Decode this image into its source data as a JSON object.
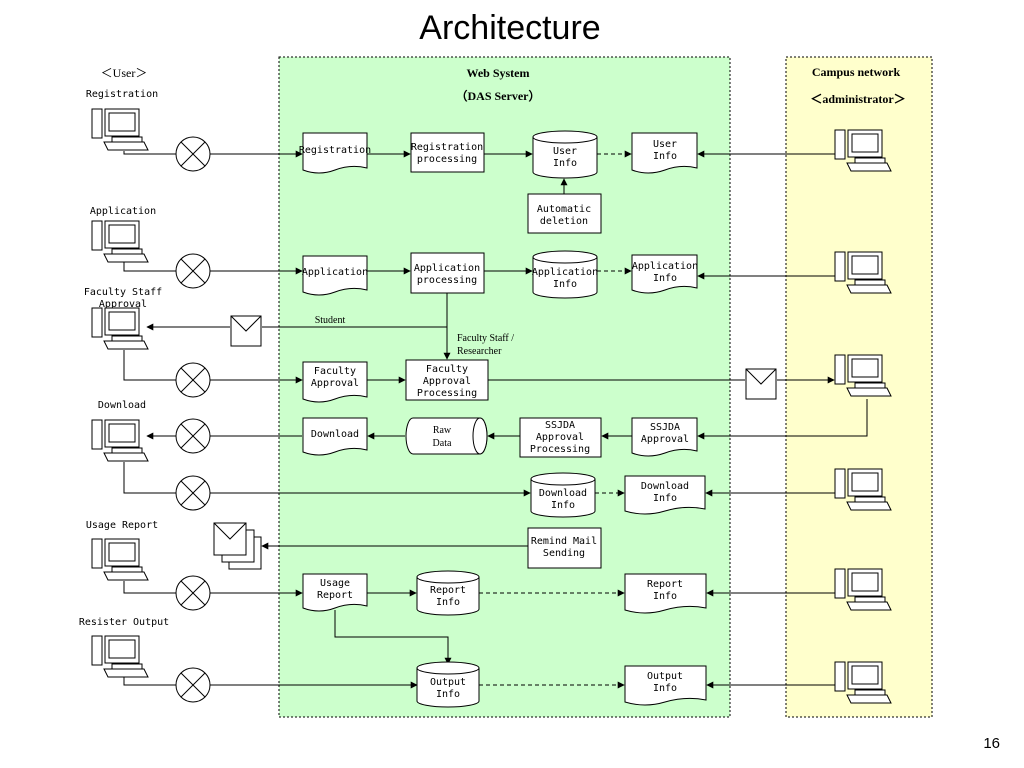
{
  "slide": {
    "title": "Architecture",
    "page_number": "16"
  },
  "zones": {
    "user": {
      "label": "＜User＞"
    },
    "web_system": {
      "title": "Web System",
      "subtitle": "（DAS Server）"
    },
    "campus": {
      "title": "Campus network",
      "subtitle": "＜administrator＞"
    }
  },
  "lane_labels": {
    "registration": "Registration",
    "application": "Application",
    "faculty_line1": "Faculty Staff",
    "faculty_line2": "Approval",
    "download": "Download",
    "usage_report": "Usage Report",
    "register_output": "Resister Output"
  },
  "nodes": {
    "registration_doc": "Registration",
    "registration_processing": [
      "Registration",
      "processing"
    ],
    "user_info_db": [
      "User",
      "Info"
    ],
    "user_info_doc": [
      "User",
      "Info"
    ],
    "automatic_deletion": [
      "Automatic",
      "deletion"
    ],
    "application_doc": "Application",
    "application_processing": [
      "Application",
      "processing"
    ],
    "application_info_db": [
      "Application",
      "Info"
    ],
    "application_info_doc": [
      "Application",
      "Info"
    ],
    "faculty_approval_doc": [
      "Faculty",
      "Approval"
    ],
    "faculty_approval_processing": [
      "Faculty",
      "Approval",
      "Processing"
    ],
    "download_doc": "Download",
    "raw_data": [
      "Raw",
      "Data"
    ],
    "ssjda_approval_processing": [
      "SSJDA",
      "Approval",
      "Processing"
    ],
    "ssjda_approval_doc": [
      "SSJDA",
      "Approval"
    ],
    "download_info_db": [
      "Download",
      "Info"
    ],
    "download_info_doc": [
      "Download",
      "Info"
    ],
    "remind_mail_sending": [
      "Remind Mail",
      "Sending"
    ],
    "usage_report_doc": [
      "Usage",
      "Report"
    ],
    "report_info_db": [
      "Report",
      "Info"
    ],
    "report_info_doc": [
      "Report",
      "Info"
    ],
    "output_info_db": [
      "Output",
      "Info"
    ],
    "output_info_doc": [
      "Output",
      "Info"
    ]
  },
  "annotations": {
    "student": "Student",
    "faculty_researcher": [
      "Faculty Staff /",
      "Researcher"
    ]
  },
  "colors": {
    "web_system_fill": "#ccffcc",
    "campus_fill": "#ffffcc",
    "line": "#000000"
  },
  "icons": [
    "computer-icon",
    "internet-crossing-icon",
    "mail-envelope-icon",
    "multiple-mail-icon"
  ]
}
